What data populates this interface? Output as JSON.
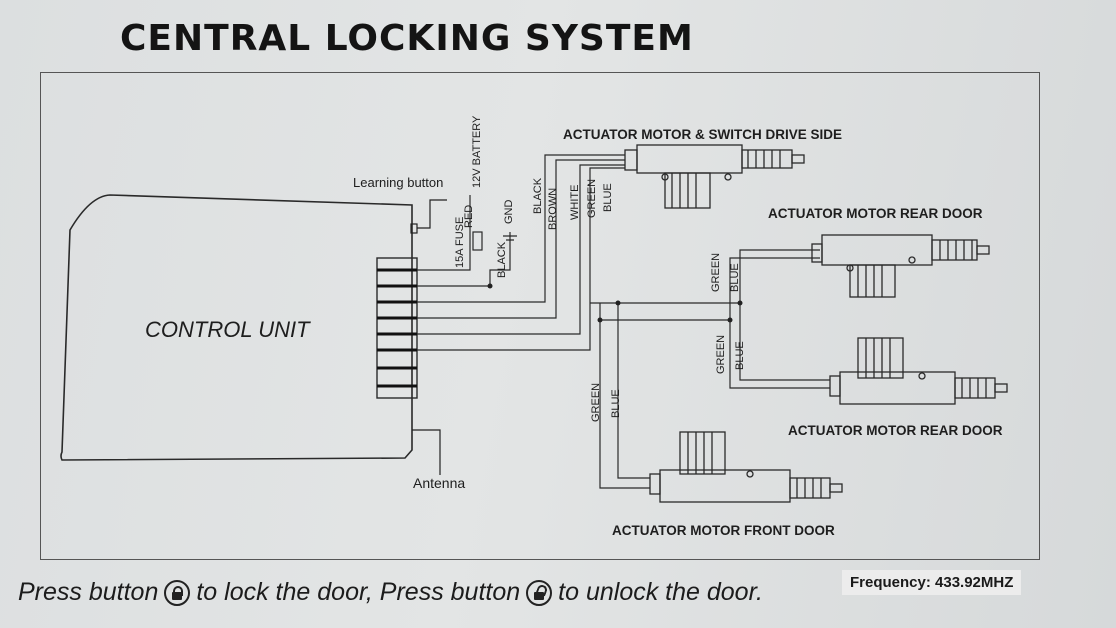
{
  "title": "CENTRAL LOCKING SYSTEM",
  "control_unit": {
    "label": "CONTROL UNIT"
  },
  "labels": {
    "learning_button": "Learning button",
    "antenna": "Antenna",
    "fuse": "15A FUSE",
    "battery": "12V BATTERY",
    "gnd": "GND"
  },
  "wires": {
    "red": "RED",
    "black": "BLACK",
    "brown": "BROWN",
    "white": "WHITE",
    "green": "GREEN",
    "blue": "BLUE"
  },
  "actuators": {
    "drive_side": "ACTUATOR MOTOR & SWITCH DRIVE SIDE",
    "rear_door_upper": "ACTUATOR MOTOR REAR DOOR",
    "rear_door_lower": "ACTUATOR MOTOR REAR DOOR",
    "front_door": "ACTUATOR MOTOR FRONT DOOR"
  },
  "instruction": {
    "press_1": "Press button",
    "lock_text": "to lock the door, Press button",
    "unlock_text": "to unlock the door.",
    "lock_icon": "lock-icon",
    "unlock_icon": "unlock-icon"
  },
  "frequency": "Frequency: 433.92MHZ"
}
